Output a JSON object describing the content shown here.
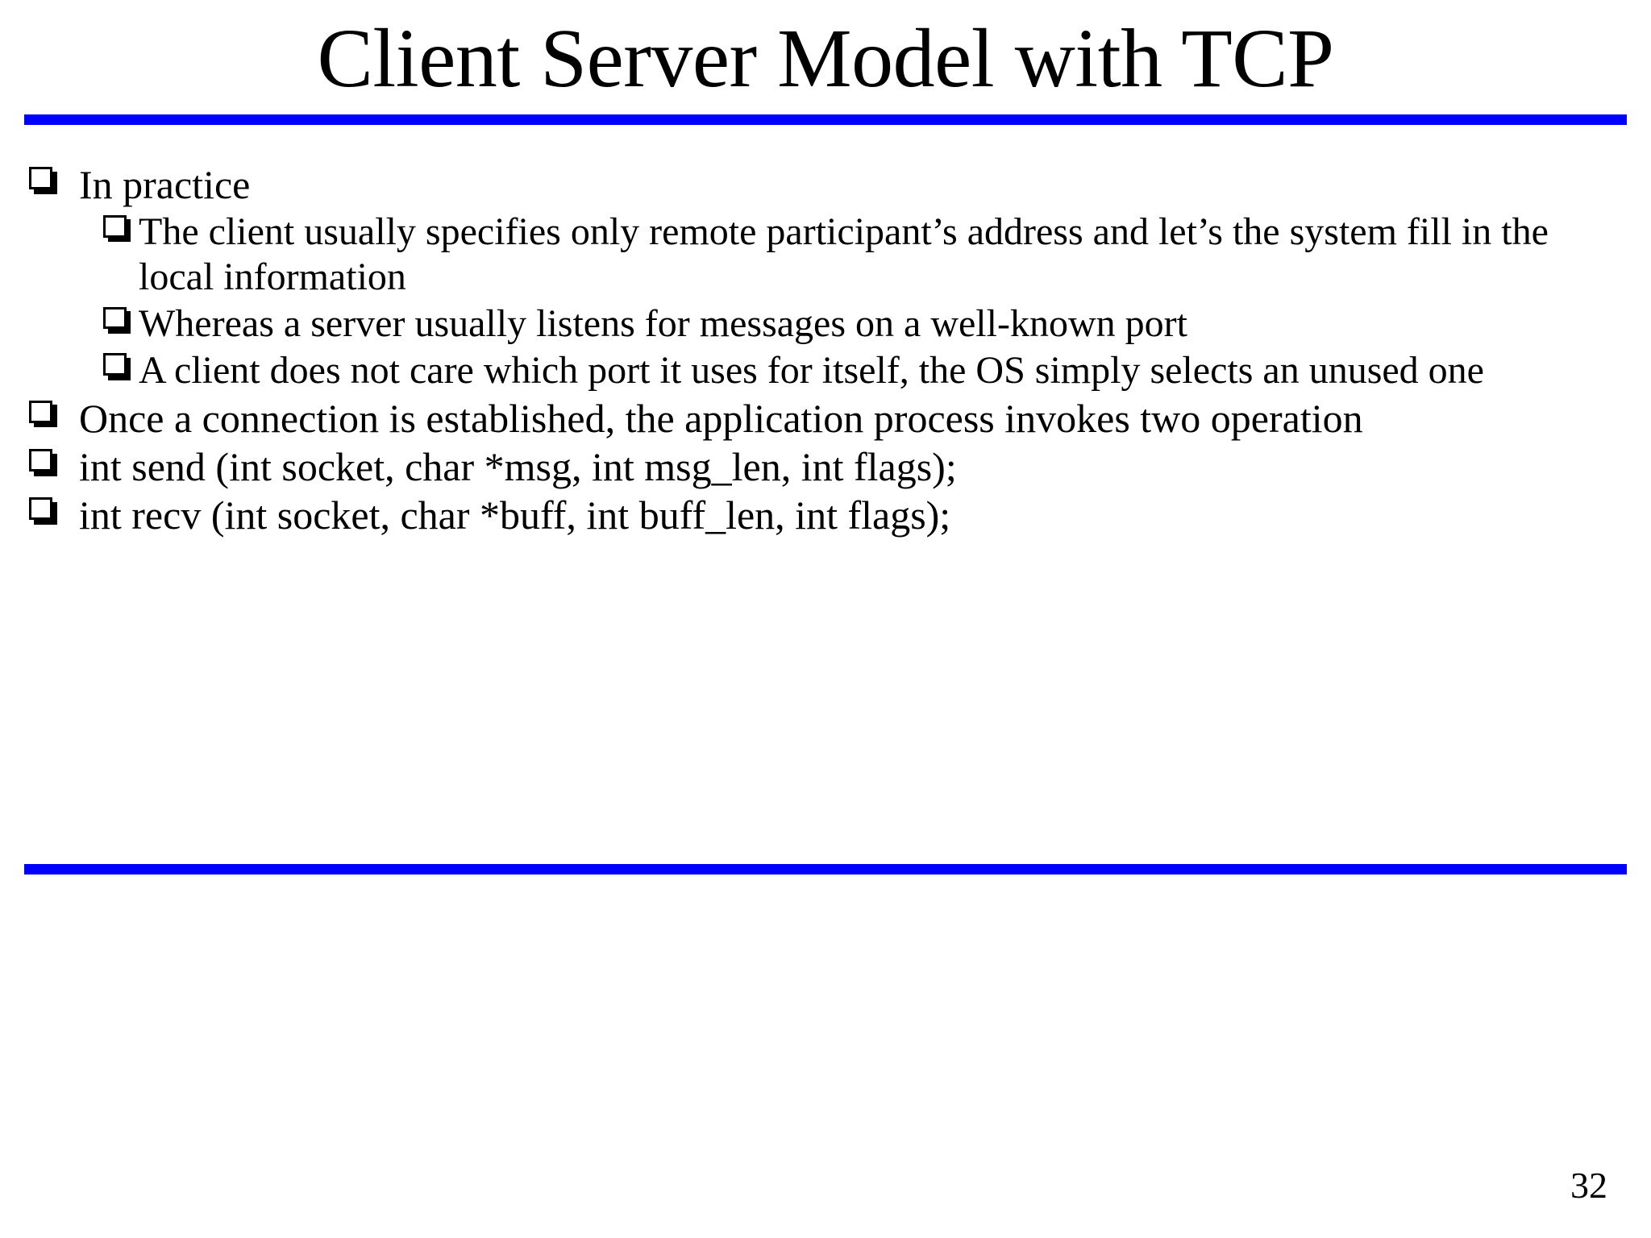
{
  "slide": {
    "title": "Client Server Model with TCP",
    "page_number": "32",
    "accent_color": "#0000FF",
    "background_color": "#FFFFFF",
    "text_color": "#000000",
    "bullet_icon": "hollow-square-3d-bullet"
  },
  "content": {
    "bullets": [
      {
        "level": 1,
        "text": "In practice"
      },
      {
        "level": 2,
        "text": "The client usually specifies only remote participant’s address and let’s the system fill in the local information"
      },
      {
        "level": 2,
        "text": "Whereas a server usually listens for messages on a well-known port"
      },
      {
        "level": 2,
        "text": "A client does not care which port it uses for itself, the OS simply selects an unused one"
      },
      {
        "level": 1,
        "text": "Once a connection is established, the application process invokes two operation"
      },
      {
        "level": 1,
        "text": "int send (int socket, char *msg, int msg_len, int flags);"
      },
      {
        "level": 1,
        "text": "int recv (int socket, char *buff, int buff_len, int flags);"
      }
    ]
  }
}
